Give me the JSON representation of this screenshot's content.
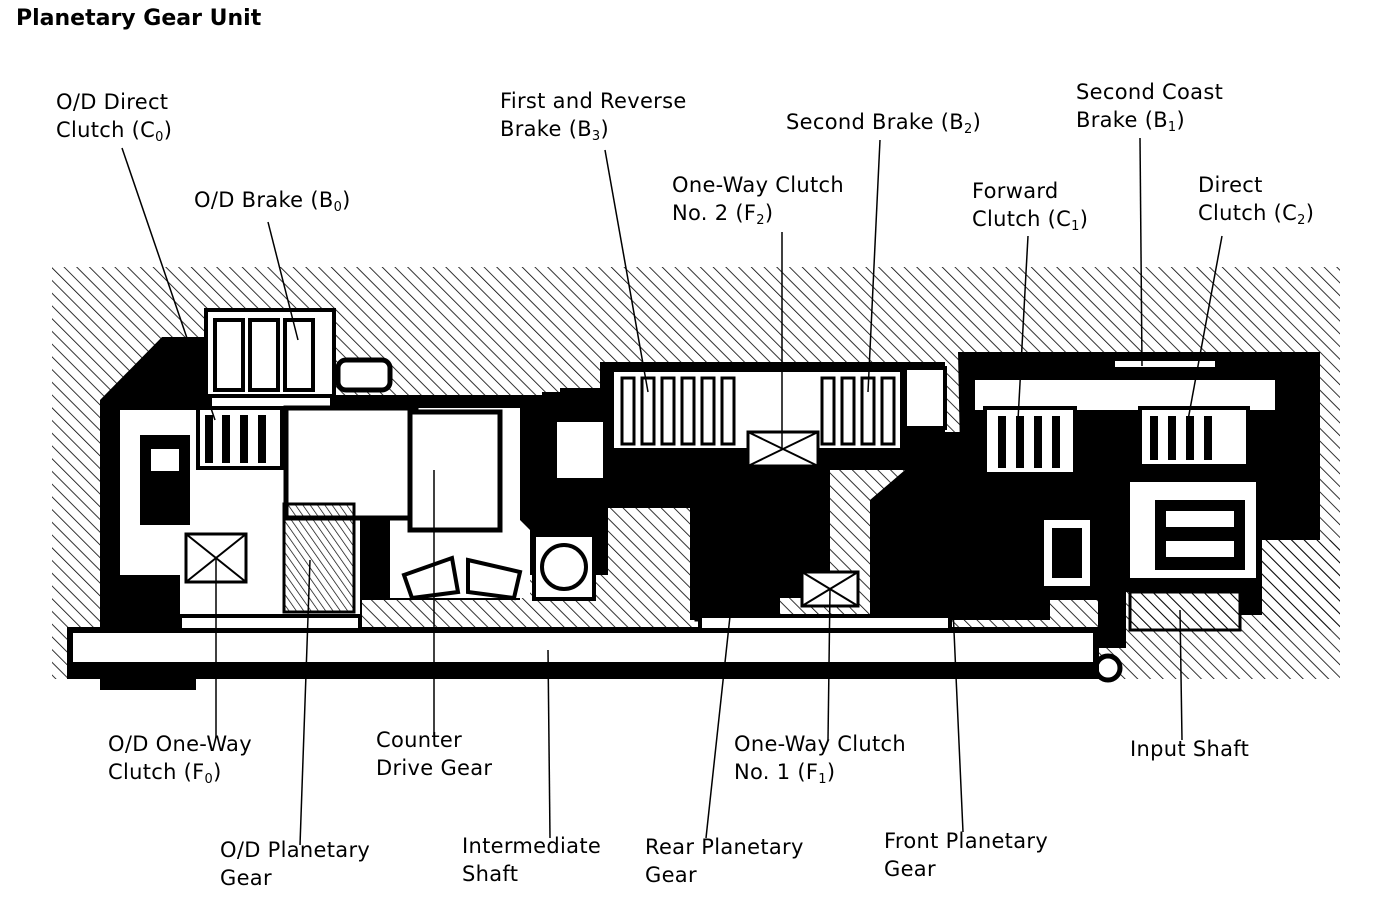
{
  "title": "Planetary Gear Unit",
  "labels": {
    "od_direct_clutch": {
      "line1": "O/D Direct",
      "line2": "Clutch (C",
      "sub": "0",
      "close": ")"
    },
    "od_brake": {
      "text": "O/D Brake (B",
      "sub": "0",
      "close": ")"
    },
    "first_reverse_brake": {
      "line1": "First and Reverse",
      "line2": "Brake (B",
      "sub": "3",
      "close": ")"
    },
    "second_brake": {
      "text": "Second Brake (B",
      "sub": "2",
      "close": ")"
    },
    "one_way_clutch_2": {
      "line1": "One-Way Clutch",
      "line2": "No. 2 (F",
      "sub": "2",
      "close": ")"
    },
    "second_coast_brake": {
      "line1": "Second Coast",
      "line2": "Brake (B",
      "sub": "1",
      "close": ")"
    },
    "forward_clutch": {
      "line1": "Forward",
      "line2": "Clutch (C",
      "sub": "1",
      "close": ")"
    },
    "direct_clutch": {
      "line1": "Direct",
      "line2": "Clutch (C",
      "sub": "2",
      "close": ")"
    },
    "od_one_way_clutch": {
      "line1": "O/D One-Way",
      "line2": "Clutch (F",
      "sub": "0",
      "close": ")"
    },
    "counter_drive_gear": {
      "line1": "Counter",
      "line2": "Drive Gear"
    },
    "one_way_clutch_1": {
      "line1": "One-Way Clutch",
      "line2": "No. 1 (F",
      "sub": "1",
      "close": ")"
    },
    "input_shaft": {
      "text": "Input Shaft"
    },
    "od_planetary_gear": {
      "line1": "O/D Planetary",
      "line2": "Gear"
    },
    "intermediate_shaft": {
      "line1": "Intermediate",
      "line2": "Shaft"
    },
    "rear_planetary_gear": {
      "line1": "Rear Planetary",
      "line2": "Gear"
    },
    "front_planetary_gear": {
      "line1": "Front Planetary",
      "line2": "Gear"
    }
  }
}
